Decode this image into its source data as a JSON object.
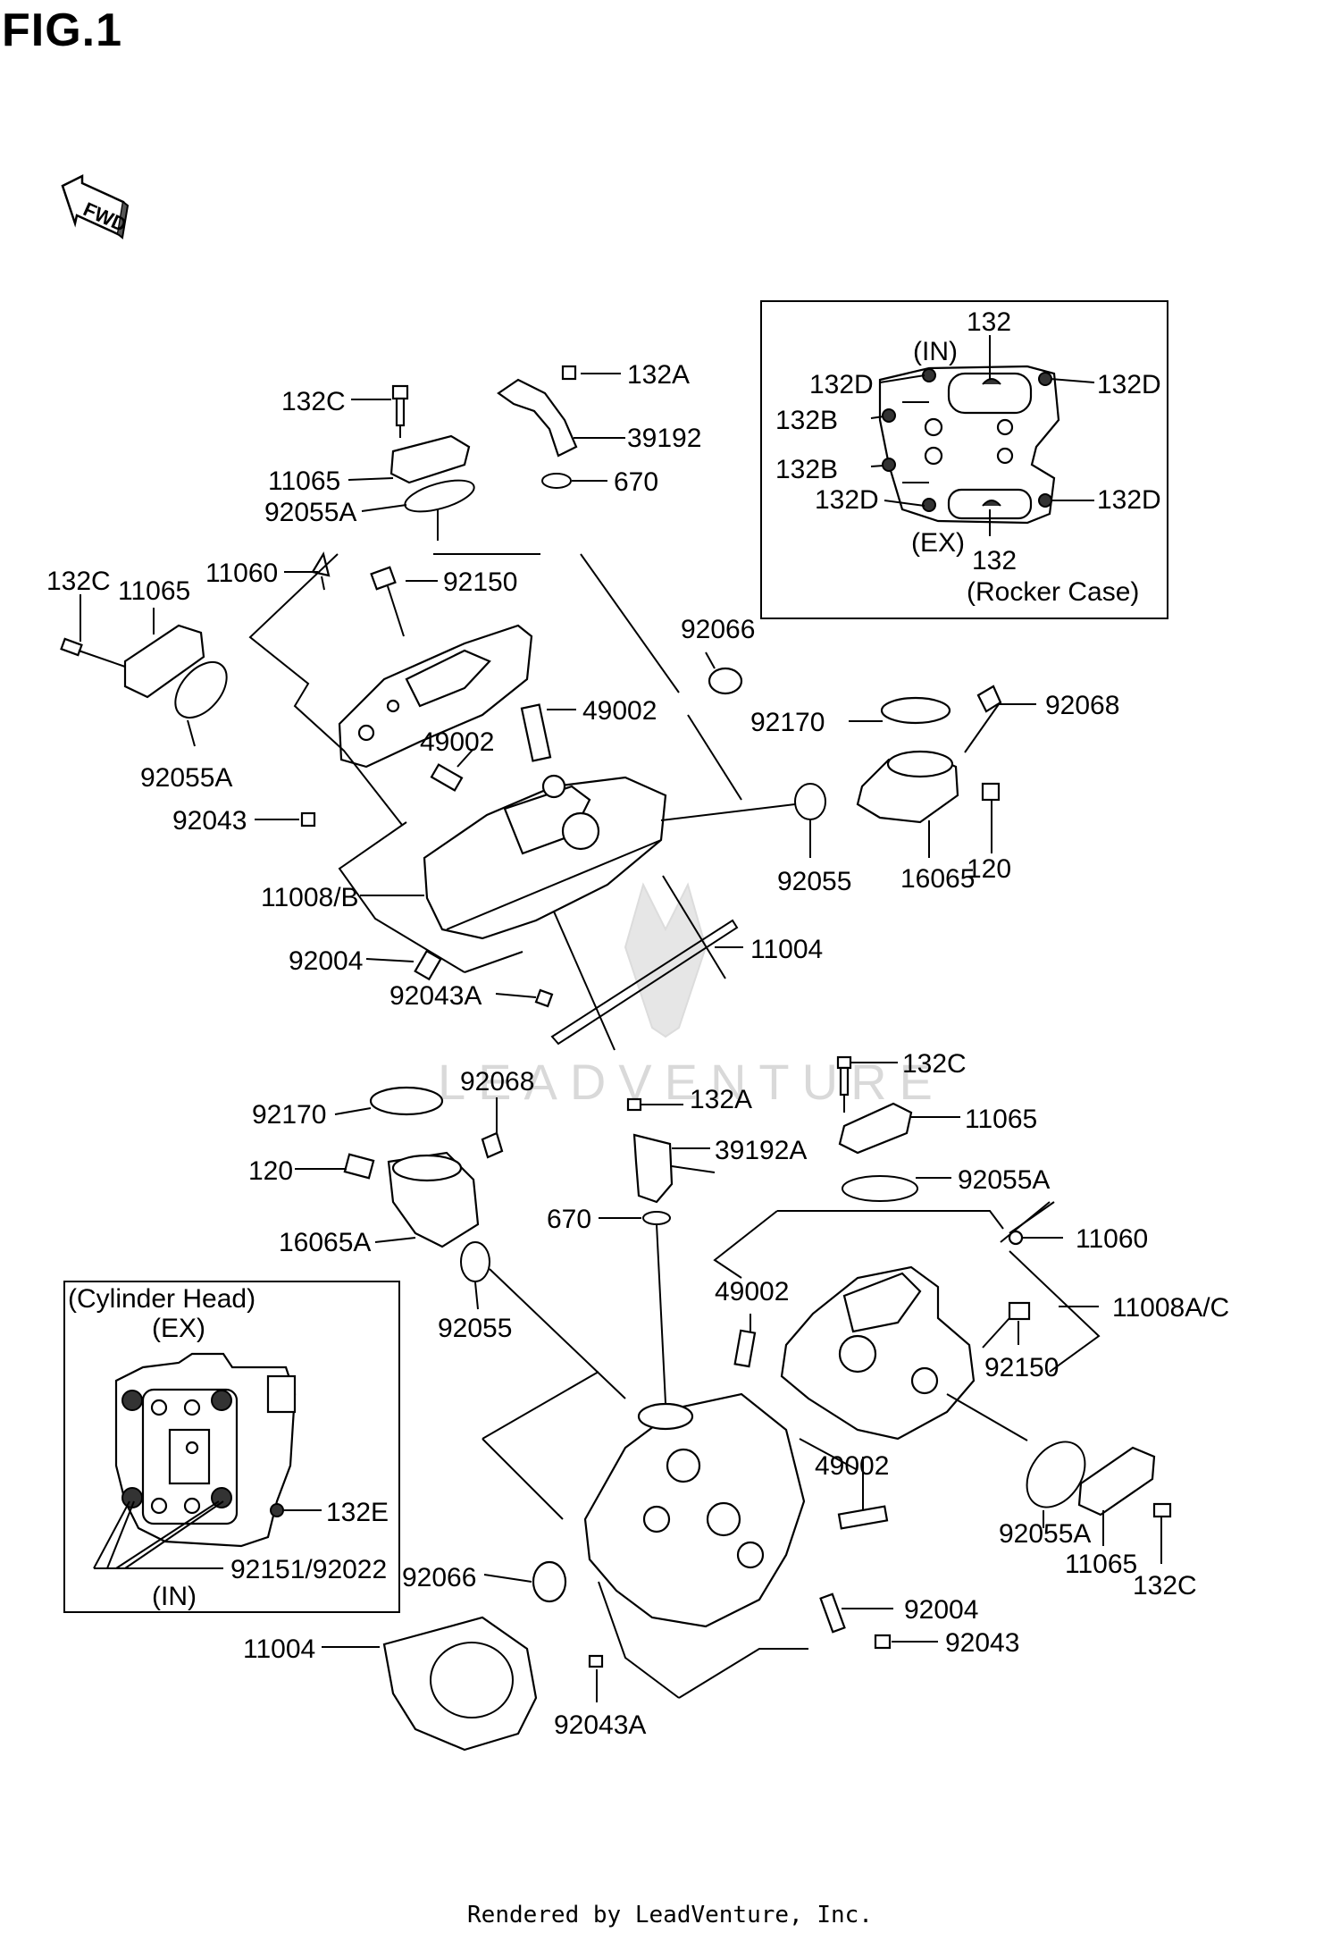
{
  "figure_title": "FIG.1",
  "direction_badge": "FWD",
  "watermark": "LEADVENTURE",
  "footer": "Rendered by LeadVenture, Inc.",
  "insets": {
    "rocker_case": {
      "caption": "(Rocker Case)",
      "in_label": "(IN)",
      "ex_label": "(EX)",
      "labels": [
        "132",
        "132",
        "132D",
        "132D",
        "132D",
        "132D",
        "132B",
        "132B"
      ]
    },
    "cylinder_head": {
      "caption": "(Cylinder Head)",
      "ex_label": "(EX)",
      "in_label": "(IN)",
      "labels": [
        "132E",
        "92151/92022"
      ]
    }
  },
  "upper_assembly": {
    "labels": [
      "132C",
      "132A",
      "39192",
      "11065",
      "670",
      "92055A",
      "132C",
      "11065",
      "11060",
      "92150",
      "92066",
      "92055A",
      "49002",
      "92170",
      "92068",
      "49002",
      "92043",
      "92055",
      "16065",
      "120",
      "11008/B",
      "11004",
      "92004",
      "92043A"
    ]
  },
  "lower_assembly": {
    "labels": [
      "132C",
      "92068",
      "132A",
      "92170",
      "11065",
      "39192A",
      "120",
      "92055A",
      "670",
      "16065A",
      "11060",
      "49002",
      "11008A/C",
      "92055",
      "92150",
      "49002",
      "92055A",
      "11065",
      "132C",
      "92066",
      "92004",
      "11004",
      "92043",
      "92043A"
    ]
  }
}
